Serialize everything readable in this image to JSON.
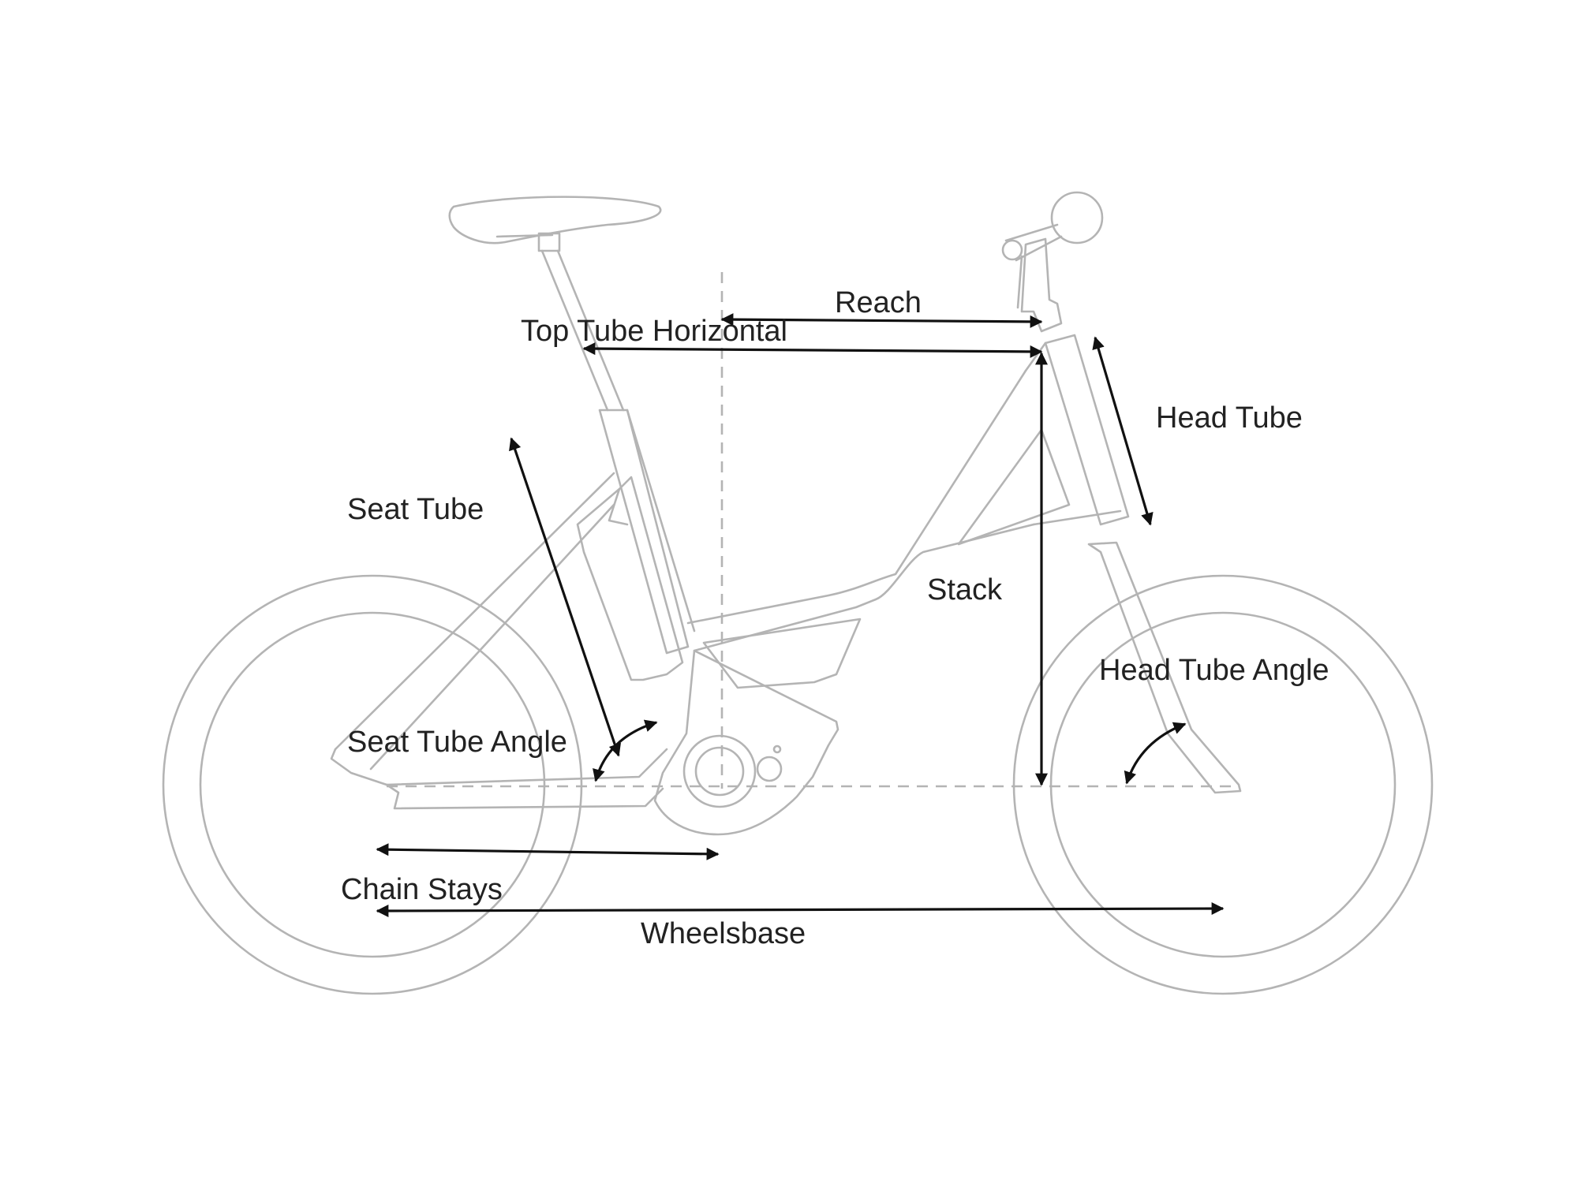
{
  "labels": {
    "reach": "Reach",
    "top_tube_horizontal": "Top Tube Horizontal",
    "head_tube": "Head Tube",
    "seat_tube": "Seat Tube",
    "stack": "Stack",
    "head_tube_angle": "Head Tube Angle",
    "seat_tube_angle": "Seat Tube Angle",
    "chain_stays": "Chain Stays",
    "wheelbase": "Wheelsbase"
  },
  "colors": {
    "frame_line": "#b4b4b4",
    "dimension_arrow": "#111111",
    "label_text": "#222222",
    "background": "#ffffff"
  }
}
